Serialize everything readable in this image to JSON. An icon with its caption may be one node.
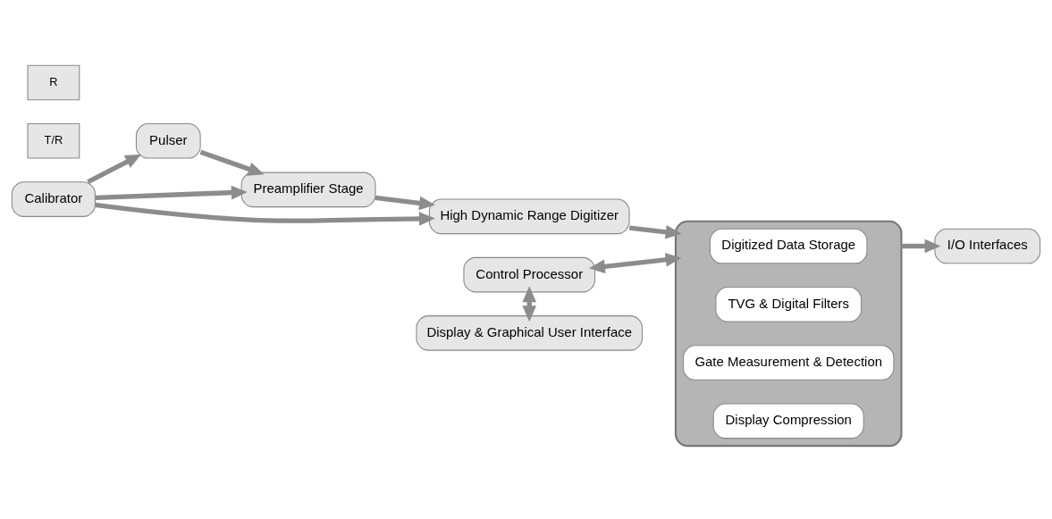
{
  "diagram": {
    "nodes": [
      {
        "text": [
          "Calibrator"
        ]
      },
      {
        "text": [
          "R"
        ]
      },
      {
        "text": [
          "T/R"
        ]
      },
      {
        "text": [
          "Pulser"
        ]
      },
      {
        "text": [
          "Preamplifier Stage"
        ]
      },
      {
        "text": [
          "High Dynamic Range Digitizer"
        ]
      },
      {
        "text": [],
        "shape": "box"
      },
      {
        "text": [
          "Digitized Data Storage"
        ],
        "in": 6
      },
      {
        "text": [
          "TVG & Digital Filters"
        ],
        "in": 6
      },
      {
        "text": [
          "Gate Measurement & Detection"
        ],
        "in": 6
      },
      {
        "text": [
          "Display Compression"
        ],
        "in": 6
      },
      {
        "text": [
          "Control Processor"
        ]
      },
      {
        "text": [
          "Display & Graphical User Interface"
        ]
      },
      {
        "text": [
          "I/O Interfaces"
        ]
      }
    ],
    "edges": [
      {
        "from": 0,
        "to": 3,
        "arrow": "to"
      },
      {
        "from": 0,
        "to": 4,
        "arrow": "to"
      },
      {
        "from": 0,
        "to": 5,
        "arrow": "to"
      },
      {
        "from": 3,
        "to": 4,
        "arrow": "to"
      },
      {
        "from": 4,
        "to": 5,
        "arrow": "to"
      },
      {
        "from": 5,
        "to": 6,
        "arrow": "to"
      },
      {
        "from": 11,
        "to": 6,
        "arrow": "both"
      },
      {
        "from": 11,
        "to": 12,
        "arrow": "both"
      },
      {
        "from": 6,
        "to": 13,
        "arrow": "to"
      }
    ]
  }
}
